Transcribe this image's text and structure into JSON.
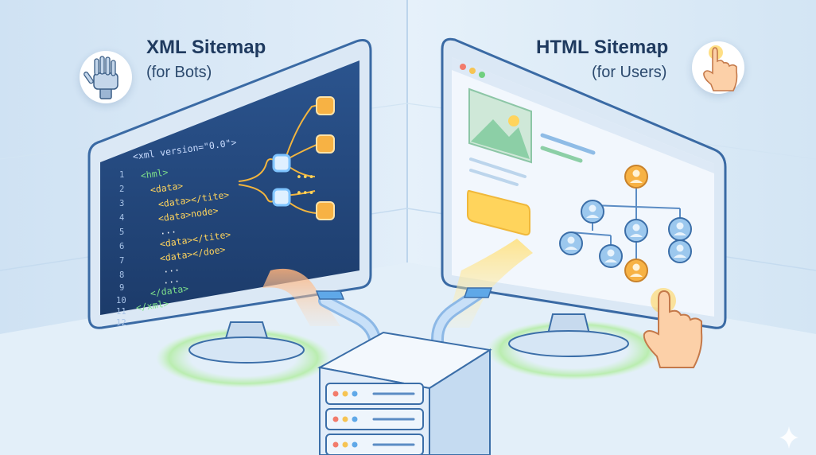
{
  "xml_side": {
    "title": "XML Sitemap",
    "subtitle": "(for Bots)",
    "icon": "robot-hand-icon",
    "code_lines": [
      "<xml version=\"0.0\">",
      "<hml>",
      "<data>",
      "<data></tite>",
      "<data>node>",
      "...",
      "<data></tite>",
      "<data></doe>",
      "...",
      "...",
      "</data>",
      "</xml>"
    ],
    "line_numbers": [
      "1",
      "2",
      "3",
      "4",
      "5",
      "6",
      "7",
      "8",
      "9",
      "10",
      "11",
      "12"
    ],
    "tree_ellipsis": [
      "•••",
      "•••"
    ]
  },
  "html_side": {
    "title": "HTML Sitemap",
    "subtitle": "(for Users)",
    "icon": "pointing-hand-icon"
  },
  "colors": {
    "code_bg": "#23457a",
    "tag_green": "#7ee08a",
    "tag_yellow": "#ffd45c",
    "orange_node": "#f7b244",
    "accent_blue": "#5fa8e8",
    "server_body": "#e6f0fb"
  }
}
